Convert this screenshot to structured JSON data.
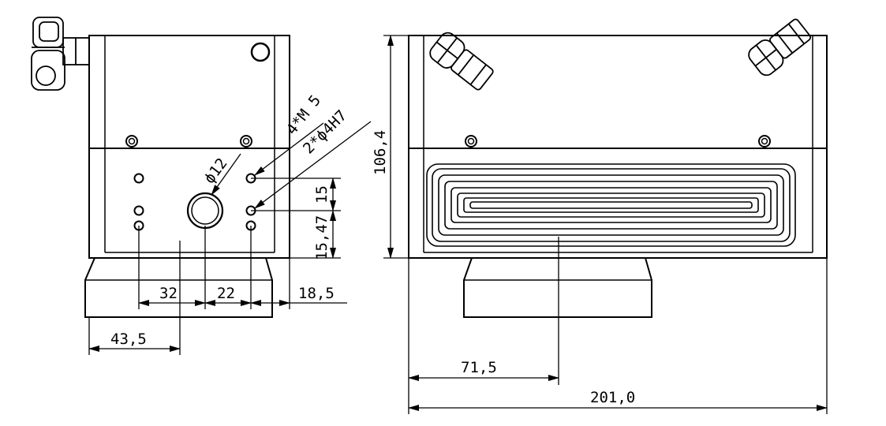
{
  "drawing": {
    "stroke_color": "#000000",
    "background": "#ffffff"
  },
  "dimensions": {
    "width_32": "32",
    "width_22": "22",
    "width_18_5": "18,5",
    "width_43_5": "43,5",
    "height_15": "15",
    "height_15_47": "15,47",
    "diameter_12": "ϕ12",
    "thread_4m5": "4*M 5",
    "hole_2phi4h7": "2*ϕ4H7",
    "height_106_4": "106,4",
    "width_71_5": "71,5",
    "width_201": "201,0"
  }
}
